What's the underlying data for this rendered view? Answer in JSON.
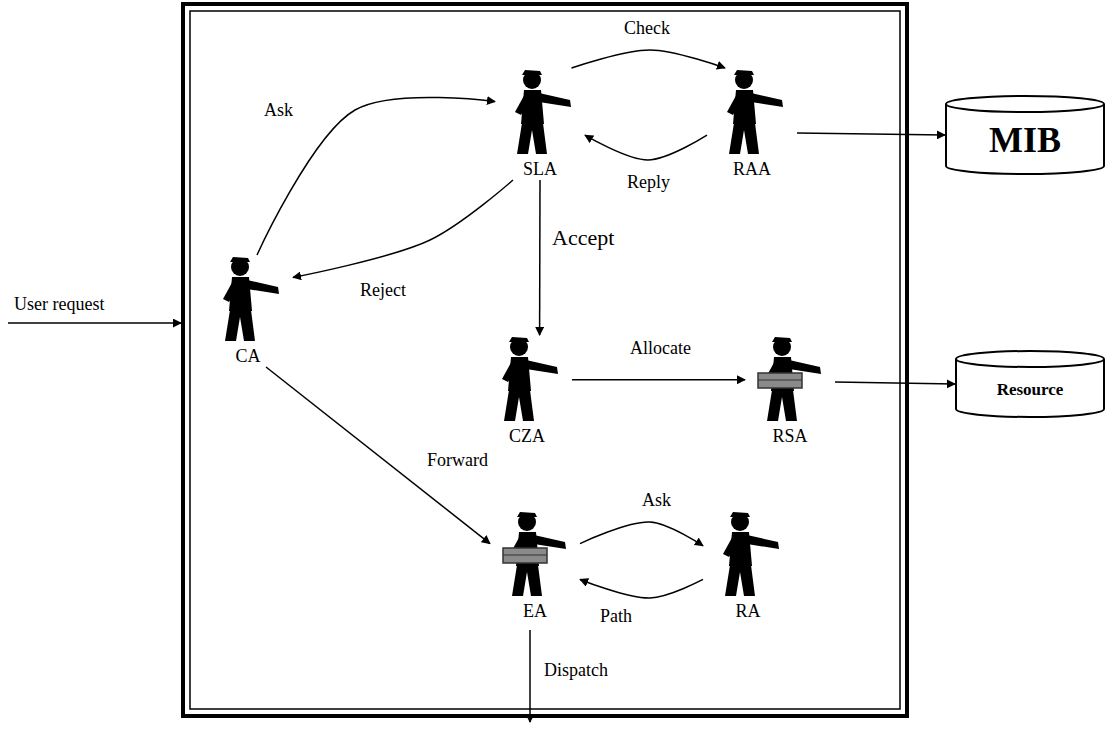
{
  "diagram": {
    "nodes": [
      {
        "text": [
          "SLA"
        ]
      },
      {
        "text": [
          "RAA"
        ]
      },
      {
        "text": [
          "MIB"
        ]
      },
      {
        "text": [
          "CA"
        ]
      },
      {
        "text": [
          "CZA"
        ]
      },
      {
        "text": [
          "RSA"
        ]
      },
      {
        "text": [
          "Resource"
        ]
      },
      {
        "text": [
          "EA"
        ]
      },
      {
        "text": [
          "RA"
        ]
      }
    ],
    "edges": [
      {
        "from": 3,
        "to": 0,
        "label": "Ask",
        "arrow": "to"
      },
      {
        "from": 0,
        "to": 3,
        "label": "Reject",
        "arrow": "to"
      },
      {
        "from": 0,
        "to": 1,
        "label": "Check",
        "arrow": "to"
      },
      {
        "from": 1,
        "to": 0,
        "label": "Reply",
        "arrow": "to"
      },
      {
        "from": 0,
        "to": 4,
        "label": "Accept",
        "arrow": "to"
      },
      {
        "from": 4,
        "to": 5,
        "label": "Allocate",
        "arrow": "to"
      },
      {
        "from": 5,
        "to": 6,
        "arrow": "to"
      },
      {
        "from": 1,
        "to": 2,
        "arrow": "to"
      },
      {
        "from": 3,
        "to": 7,
        "label": "Forward",
        "arrow": "to"
      },
      {
        "from": 7,
        "to": 8,
        "label": "Ask",
        "arrow": "to"
      },
      {
        "from": 8,
        "to": 7,
        "label": "Path",
        "arrow": "to"
      }
    ],
    "labels": [
      "User request",
      "Dispatch"
    ]
  }
}
